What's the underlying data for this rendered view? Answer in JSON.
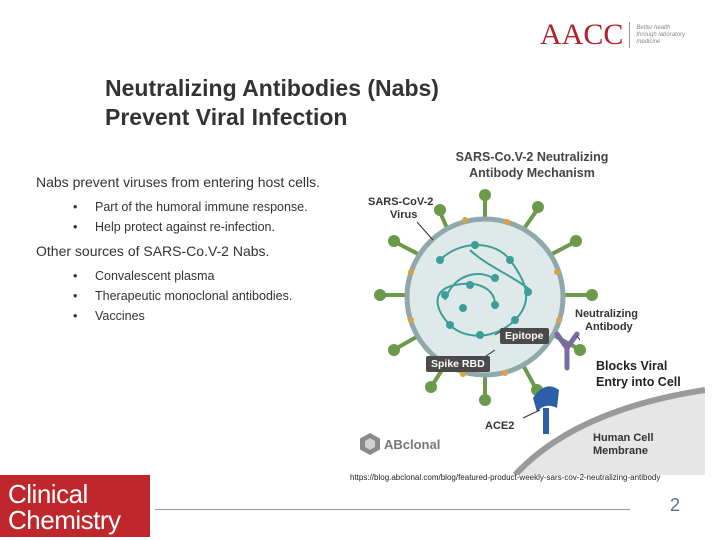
{
  "header": {
    "logo_text": "AACC",
    "logo_tagline": "Better health through laboratory medicine"
  },
  "slide": {
    "title_line1": "Neutralizing Antibodies (Nabs)",
    "title_line2": "Prevent Viral Infection",
    "para1": "Nabs prevent viruses from entering host cells.",
    "list1": [
      "Part of the humoral immune response.",
      "Help protect against re-infection."
    ],
    "para2": "Other sources of SARS-Co.V-2 Nabs.",
    "list2": [
      "Convalescent plasma",
      "Therapeutic monoclonal antibodies.",
      "Vaccines"
    ],
    "bullet": "•"
  },
  "figure": {
    "title_line1": "SARS-Co.V-2 Neutralizing",
    "title_line2": "Antibody Mechanism",
    "virus_line1": "SARS-CoV-2",
    "virus_line2": "Virus",
    "epitope": "Epitope",
    "antibody_line1": "Neutralizing",
    "antibody_line2": "Antibody",
    "spike": "Spike RBD",
    "blocks_line1": "Blocks Viral",
    "blocks_line2": "Entry into Cell",
    "ace2": "ACE2",
    "membrane_line1": "Human Cell",
    "membrane_line2": "Membrane",
    "brand": "ABclonal"
  },
  "source_url": "https://blog.abclonal.com/blog/featured-product-weekly-sars-cov-2-neutralizing-antibody",
  "footer": {
    "journal_line1": "Clinical",
    "journal_line2": "Chemistry",
    "page_number": "2"
  },
  "colors": {
    "aacc_red": "#b3202a",
    "journal_red": "#c0272d",
    "virus_teal": "#3d9e98",
    "spike_green": "#6a9a4a",
    "antibody_purple": "#7a6aa8",
    "ace2_blue": "#2d5ea8"
  }
}
